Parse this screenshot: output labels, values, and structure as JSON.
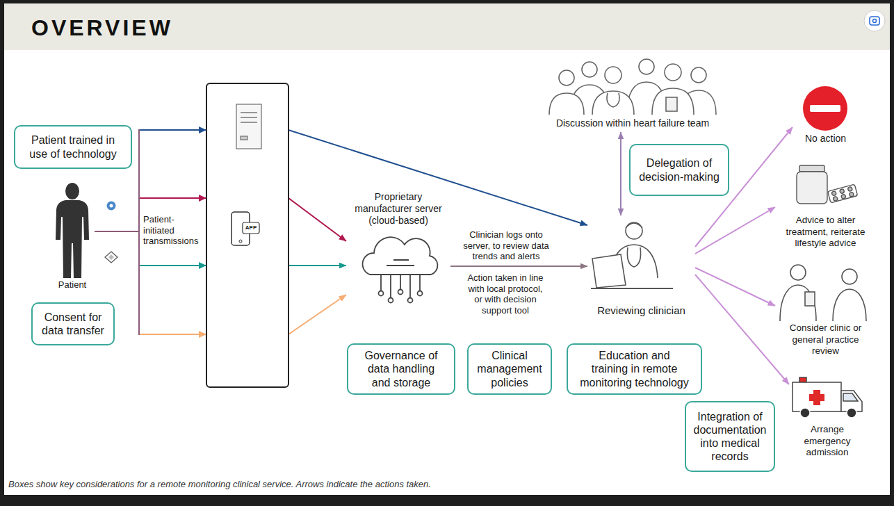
{
  "diagram": {
    "title": "OVERVIEW",
    "caption": "Boxes show key considerations for a remote monitoring clinical service. Arrows indicate the actions taken.",
    "nodes": [
      {
        "text": [
          "Patient trained in use of technology"
        ]
      },
      {
        "text": [
          "Patient"
        ]
      },
      {
        "text": [
          "Consent for data transfer"
        ]
      },
      {
        "text": [
          "Proprietary manufacturer server (cloud-based)"
        ]
      },
      {
        "text": [
          "Discussion within heart failure team"
        ]
      },
      {
        "text": [
          "Delegation of decision-making"
        ]
      },
      {
        "text": [
          "Reviewing clinician"
        ]
      },
      {
        "text": [
          "No action"
        ]
      },
      {
        "text": [
          "Advice to alter treatment, reiterate lifestyle advice"
        ]
      },
      {
        "text": [
          "Consider clinic or general practice review"
        ]
      },
      {
        "text": [
          "Arrange emergency admission"
        ]
      },
      {
        "text": [
          "Governance of data handling and storage"
        ]
      },
      {
        "text": [
          "Clinical management policies"
        ]
      },
      {
        "text": [
          "Education and training in remote monitoring technology"
        ]
      },
      {
        "text": [
          "Integration of documentation into medical records"
        ]
      }
    ],
    "edges": [
      {
        "from": 1,
        "to": 6,
        "arrow": "to"
      },
      {
        "from": 1,
        "to": 3,
        "arrow": "to"
      },
      {
        "from": 1,
        "to": 3,
        "arrow": "to"
      },
      {
        "from": 1,
        "to": 3,
        "arrow": "to"
      },
      {
        "from": 3,
        "to": 6,
        "label": "Clinician logs onto server, to review data trends and alerts",
        "arrow": "to"
      },
      {
        "from": 4,
        "to": 6,
        "arrow": "both"
      },
      {
        "from": 6,
        "to": 7,
        "arrow": "to"
      },
      {
        "from": 6,
        "to": 8,
        "arrow": "to"
      },
      {
        "from": 6,
        "to": 9,
        "arrow": "to"
      },
      {
        "from": 6,
        "to": 10,
        "arrow": "to"
      }
    ],
    "labels": [
      "Patient-initiated transmissions",
      "APP",
      "Action taken in line with local protocol, or with decision support tool"
    ]
  }
}
